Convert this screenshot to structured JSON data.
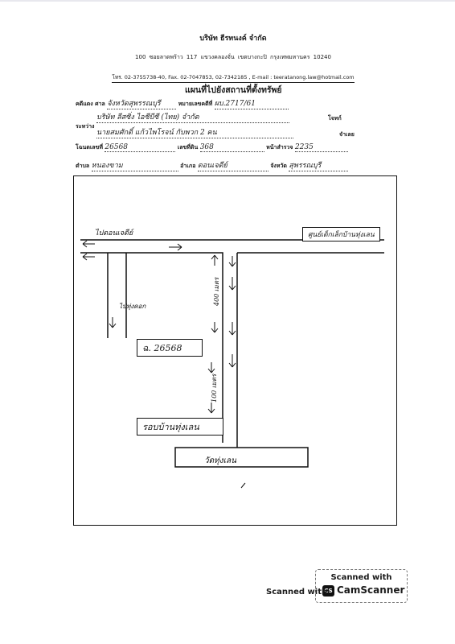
{
  "header": {
    "company": "บริษัท ธีรทนงค์ จำกัด",
    "address": "100 ซอยลาดพร้าว 117 แขวงคลองจั่น เขตบางกะปิ กรุงเทพมหานคร 10240",
    "contact": "โทร. 02-3755738-40, Fax. 02-7047853, 02-7342185 , E-mail : teeratanong.law@hotmail.com"
  },
  "form": {
    "title": "แผนที่ไปยังสถานที่ตั้งทรัพย์",
    "case_court_label": "คดีแดง ศาล",
    "case_court_value": "จังหวัดสุพรรณบุรี",
    "black_case_label": "หมายเลขคดีที่",
    "black_case_value": "ผบ.2717/61",
    "plaintiff_value": "บริษัท ลีสซิ่ง ไอซีบีซี (ไทย) จำกัด",
    "plaintiff_role": "โจทก์",
    "between_label": "ระหว่าง",
    "defendant_value": "นายสมศักดิ์ แก้วไพโรจน์ กับพวก 2 คน",
    "defendant_role": "จำเลย",
    "deed_label": "โฉนดเลขที่",
    "deed_value": "26568",
    "land_no_label": "เลขที่ดิน",
    "land_no_value": "368",
    "survey_label": "หน้าสำรวจ",
    "survey_value": "2235",
    "tambon_label": "ตำบล",
    "tambon_value": "หนองขาม",
    "amphoe_label": "อำเภอ",
    "amphoe_value": "ดอนเจดีย์",
    "province_label": "จังหวัด",
    "province_value": "สุพรรณบุรี"
  },
  "map": {
    "road_top": "ไปดอนเจดีย์",
    "school_label": "ศูนย์เด็กเล็กบ้านทุ่งเลน",
    "side_road": "ไปทุ่งคอก",
    "dist_1": "400 เมตร",
    "dist_2": "100 เมตร",
    "deed_box": "ฉ. 26568",
    "village_box": "รอบบ้านทุ่งเลน",
    "temple_box": "วัดทุ่งเลน"
  },
  "watermark": {
    "scanned_with": "Scanned with",
    "logo": "CS",
    "brand": "CamScanner",
    "scanned_left": "Scanned with"
  }
}
